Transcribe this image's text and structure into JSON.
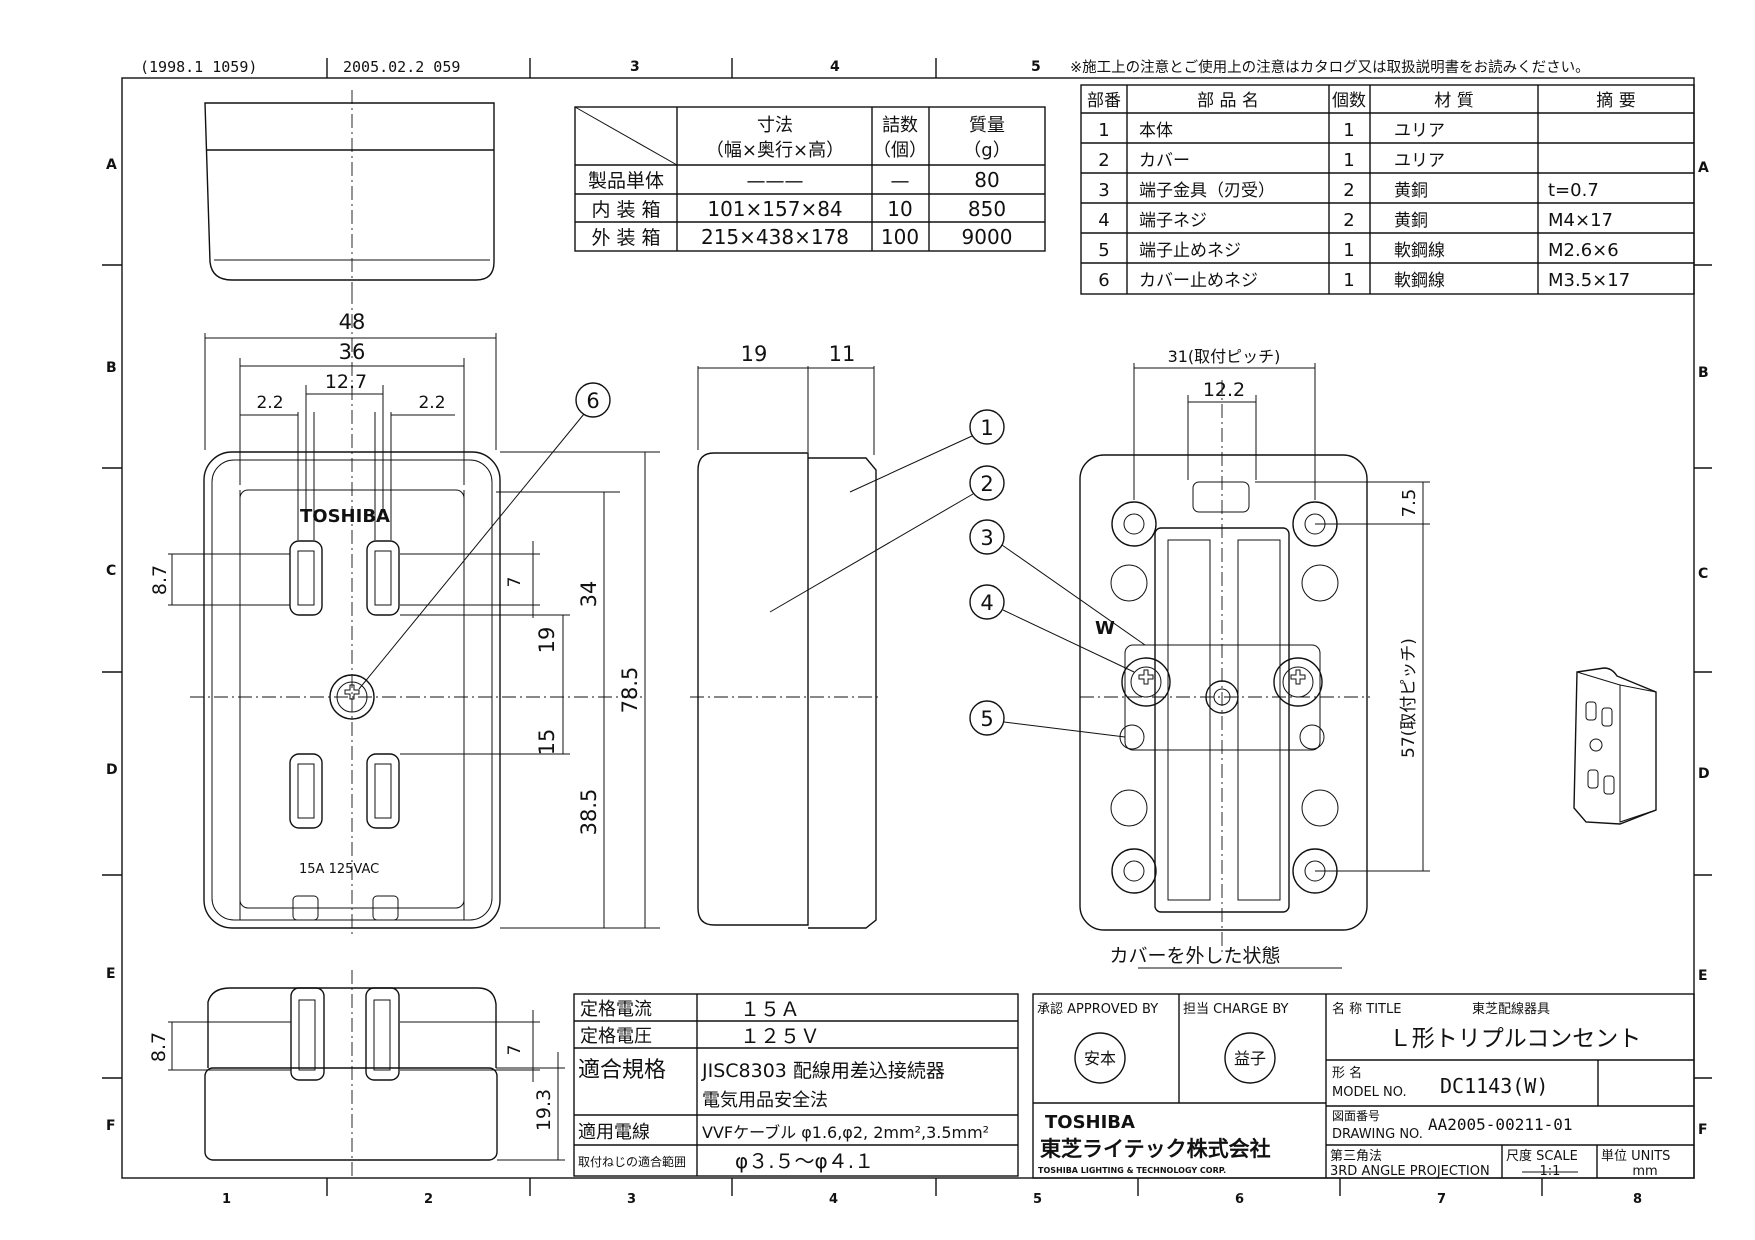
{
  "border": {
    "top_history_1": "(1998.1 1059)",
    "top_history_2": "2005.02.2 059",
    "columns": [
      "1",
      "2",
      "3",
      "4",
      "5",
      "6",
      "7",
      "8"
    ],
    "rows": [
      "A",
      "B",
      "C",
      "D",
      "E",
      "F"
    ],
    "caution": "※施工上の注意とご使用上の注意はカタログ又は取扱説明書をお読みください。"
  },
  "pack_table": {
    "header": {
      "dim": "寸法",
      "dim_sub": "（幅×奥行×高）",
      "qty": "詰数",
      "qty_sub": "（個）",
      "mass": "質量",
      "mass_sub": "（g）"
    },
    "rows": [
      {
        "label": "製品単体",
        "dim": "———",
        "qty": "—",
        "mass": "80"
      },
      {
        "label": "内 装 箱",
        "dim": "101×157×84",
        "qty": "10",
        "mass": "850"
      },
      {
        "label": "外 装 箱",
        "dim": "215×438×178",
        "qty": "100",
        "mass": "9000"
      }
    ]
  },
  "parts_table": {
    "headers": [
      "部番",
      "部 品 名",
      "個数",
      "材 質",
      "摘 要"
    ],
    "rows": [
      {
        "no": "1",
        "name": "本体",
        "qty": "1",
        "mat": "ユリア",
        "note": ""
      },
      {
        "no": "2",
        "name": "カバー",
        "qty": "1",
        "mat": "ユリア",
        "note": ""
      },
      {
        "no": "3",
        "name": "端子金具（刃受）",
        "qty": "2",
        "mat": "黄銅",
        "note": "t=0.7"
      },
      {
        "no": "4",
        "name": "端子ネジ",
        "qty": "2",
        "mat": "黄銅",
        "note": "M4×17"
      },
      {
        "no": "5",
        "name": "端子止めネジ",
        "qty": "1",
        "mat": "軟鋼線",
        "note": "M2.6×6"
      },
      {
        "no": "6",
        "name": "カバー止めネジ",
        "qty": "1",
        "mat": "軟鋼線",
        "note": "M3.5×17"
      }
    ]
  },
  "front_view": {
    "brand": "TOSHIBA",
    "rating": "15A 125VAC",
    "dims": {
      "w48": "48",
      "w36": "36",
      "w127": "12.7",
      "w22a": "2.2",
      "w22b": "2.2",
      "h87": "8.7",
      "h7": "7",
      "h19": "19",
      "h15": "15",
      "h34": "34",
      "h385": "38.5",
      "h785": "78.5"
    },
    "balloon_6": "6"
  },
  "side_view": {
    "dims": {
      "d19": "19",
      "d11": "11"
    },
    "balloons": [
      "1",
      "2"
    ]
  },
  "inner_view": {
    "dims": {
      "pitch31": "31(取付ピッチ)",
      "w122": "12.2",
      "h75": "7.5",
      "pitch57": "57(取付ピッチ)"
    },
    "balloons": [
      "3",
      "4",
      "5"
    ],
    "w_mark": "W",
    "caption": "カバーを外した状態"
  },
  "bottom_view": {
    "dims": {
      "h87": "8.7",
      "h7": "7",
      "h193": "19.3"
    }
  },
  "spec_table": {
    "rows": [
      {
        "label": "定格電流",
        "value": "１５Ａ",
        "value2": ""
      },
      {
        "label": "定格電圧",
        "value": "１２５Ｖ",
        "value2": ""
      },
      {
        "label": "適合規格",
        "value": "JISC8303 配線用差込接続器",
        "value2": "電気用品安全法"
      },
      {
        "label": "適用電線",
        "value": "VVFケーブル φ1.6,φ2, 2mm²,3.5mm²",
        "value2": ""
      },
      {
        "label": "取付ねじの適合範囲",
        "value": "φ３.５～φ４.１",
        "value2": ""
      }
    ]
  },
  "title_block": {
    "approved_label": "承認 APPROVED BY",
    "approved_stamp": "安本",
    "charge_label": "担当 CHARGE BY",
    "charge_stamp": "益子",
    "name_label": "名 称 TITLE",
    "name_series": "東芝配線器具",
    "name_value": "Ｌ形トリプルコンセント",
    "model_label_jp": "形 名",
    "model_label_en": "MODEL NO.",
    "model_value": "DC1143(W)",
    "drawing_label_jp": "図面番号",
    "drawing_label_en": "DRAWING NO.",
    "drawing_value": "AA2005-00211-01",
    "company_en": "TOSHIBA",
    "company_jp": "東芝ライテック株式会社",
    "company_full": "TOSHIBA LIGHTING & TECHNOLOGY CORP.",
    "projection_jp": "第三角法",
    "projection_en": "3RD ANGLE PROJECTION",
    "scale_label": "尺度 SCALE",
    "scale_value": "1:1",
    "units_label": "単位 UNITS",
    "units_value": "mm"
  }
}
